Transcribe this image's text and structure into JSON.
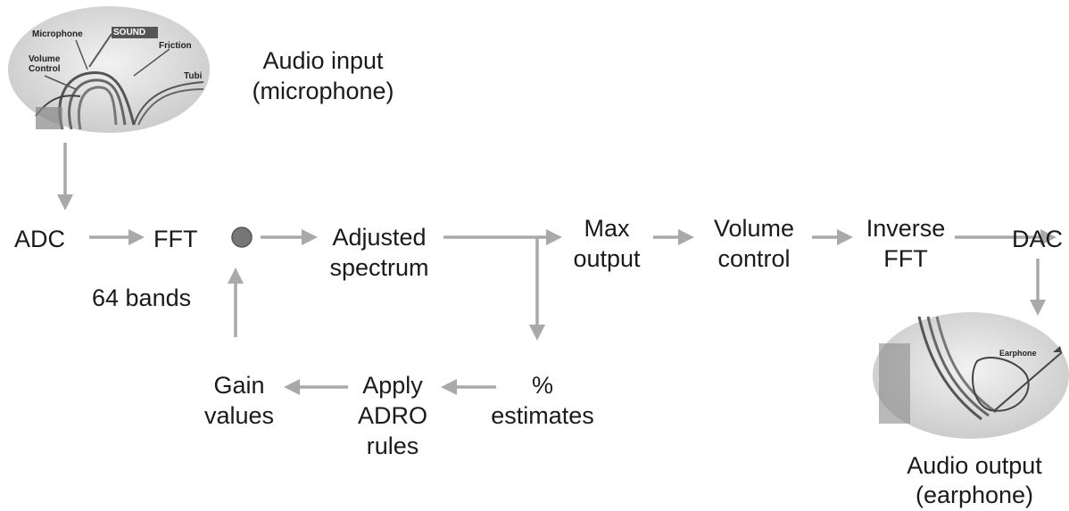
{
  "input": {
    "title_line1": "Audio input",
    "title_line2": "(microphone)",
    "callouts": {
      "microphone": "Microphone",
      "sound": "SOUND",
      "friction": "Friction",
      "volume_line1": "Volume",
      "volume_line2": "Control",
      "tube": "Tubi"
    }
  },
  "nodes": {
    "adc": "ADC",
    "fft": "FFT",
    "bands": "64 bands",
    "adjusted_line1": "Adjusted",
    "adjusted_line2": "spectrum",
    "max_line1": "Max",
    "max_line2": "output",
    "volume_line1": "Volume",
    "volume_line2": "control",
    "inverse_line1": "Inverse",
    "inverse_line2": "FFT",
    "dac": "DAC",
    "pct_line1": "%",
    "pct_line2": "estimates",
    "adro_line1": "Apply",
    "adro_line2": "ADRO",
    "adro_line3": "rules",
    "gain_line1": "Gain",
    "gain_line2": "values"
  },
  "output": {
    "title_line1": "Audio output",
    "title_line2": "(earphone)",
    "callouts": {
      "earphone": "Earphone"
    }
  },
  "colors": {
    "arrow": "#a9a9a9",
    "node_circle": "#777777",
    "ellipse": "#d9d9d9"
  }
}
